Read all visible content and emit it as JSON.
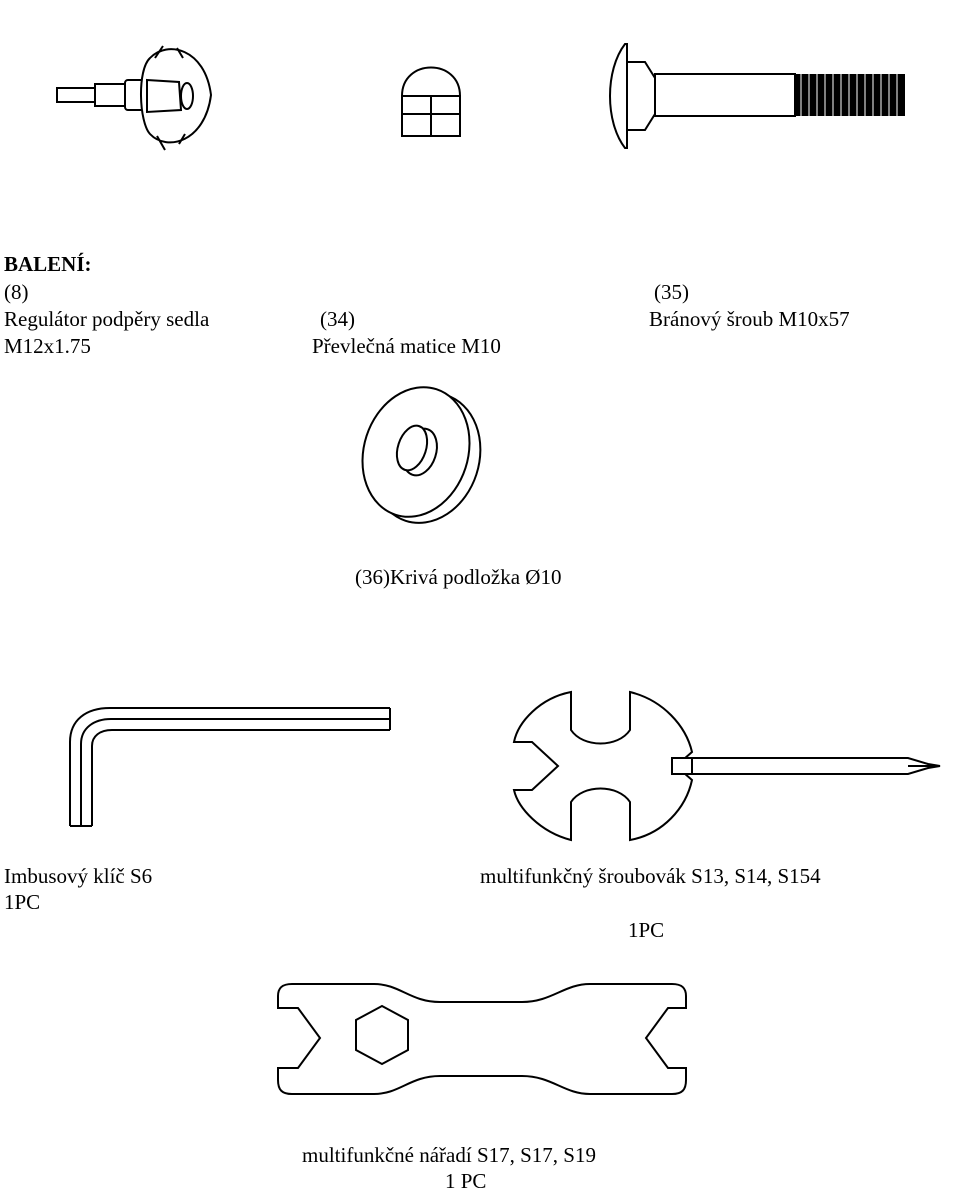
{
  "header": {
    "title": "BALENÍ:"
  },
  "parts": {
    "p8": {
      "number": "(8)",
      "name": "Regulátor podpěry sedla",
      "size": "M12x1.75"
    },
    "p34": {
      "number": "(34)",
      "name": "Převlečná matice M10"
    },
    "p35": {
      "number": "(35)",
      "name": "Bránový šroub M10x57"
    },
    "p36": {
      "label": "(36)Krivá podložka Ø10"
    },
    "allen": {
      "name": "Imbusový klíč  S6",
      "qty": "1PC"
    },
    "multi_screwdriver": {
      "name": "multifunkčný šroubovák S13, S14, S154",
      "qty": "1PC"
    },
    "multi_tool": {
      "name": "multifunkčné nářadí S17, S17, S19",
      "qty": "1 PC"
    }
  },
  "icons": {
    "knob": "seat-post-knob-icon",
    "cap_nut": "cap-nut-icon",
    "carriage_bolt": "carriage-bolt-icon",
    "washer": "curved-washer-icon",
    "allen_key": "allen-key-icon",
    "screwdriver": "multi-screwdriver-icon",
    "wrench": "multi-tool-wrench-icon"
  }
}
